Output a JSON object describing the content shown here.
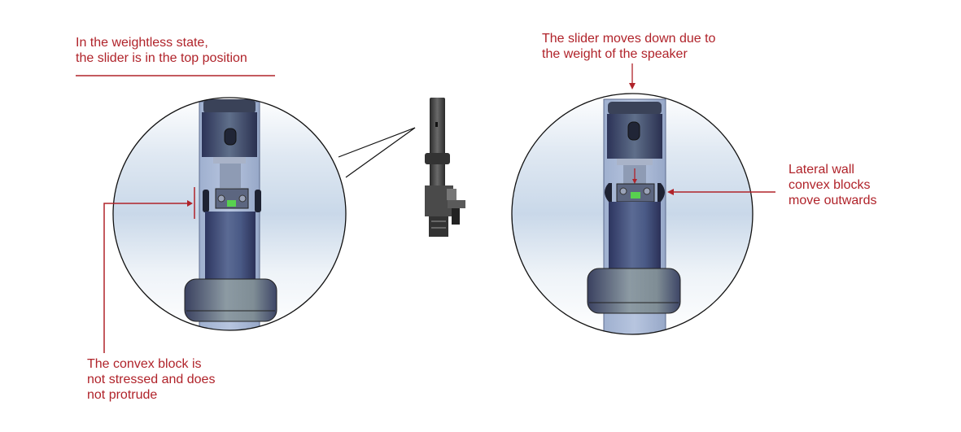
{
  "colors": {
    "annotation_red": "#b0232a",
    "circle_outline": "#111111",
    "background_light_blue": "#cfdceb",
    "highlight_green": "#58d14f"
  },
  "left_panel": {
    "title": "In the weightless state,\nthe slider is in the top position",
    "callout": "The convex block is\nnot stressed and does\nnot protrude",
    "state": "weightless"
  },
  "center_panel": {
    "description": "speaker-stand-overview-image"
  },
  "right_panel": {
    "title": "The slider moves down due to\nthe weight of the speaker",
    "callout": "Lateral wall\nconvex blocks\nmove outwards",
    "state": "loaded"
  }
}
